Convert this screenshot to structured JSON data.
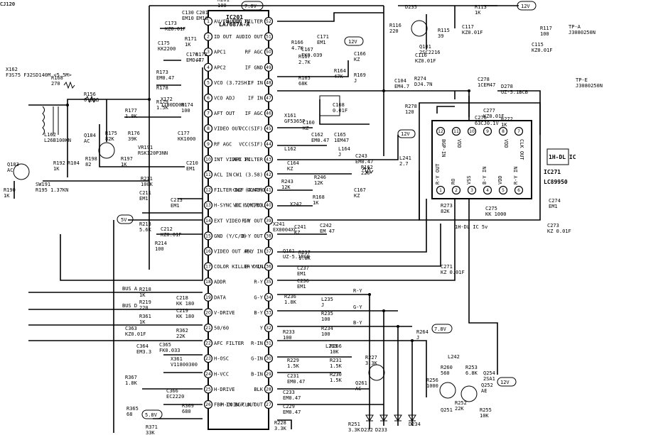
{
  "ic201": {
    "ref": "IC201",
    "part": "LA7687A-A",
    "left_pins": [
      {
        "num": "1",
        "label": "AV/FM SIF IN"
      },
      {
        "num": "2",
        "label": "ID OUT"
      },
      {
        "num": "3",
        "label": "APC1"
      },
      {
        "num": "4",
        "label": "APC2"
      },
      {
        "num": "5",
        "label": "VCO (3.72SH)"
      },
      {
        "num": "6",
        "label": "VCO ADJ"
      },
      {
        "num": "7",
        "label": "AFT OUT"
      },
      {
        "num": "8",
        "label": "VIDEO OUT"
      },
      {
        "num": "9",
        "label": "RF AGC"
      },
      {
        "num": "10",
        "label": "INT VIDEO IN"
      },
      {
        "num": "11",
        "label": "ACL IN"
      },
      {
        "num": "12",
        "label": "FILTER-DEF CONTROL"
      },
      {
        "num": "13",
        "label": "H-SYNC DC CONTROL"
      },
      {
        "num": "14",
        "label": "EXT VIDEO IN"
      },
      {
        "num": "15",
        "label": "GND (Y/C/D)"
      },
      {
        "num": "16",
        "label": "VIDEO OUT ABL"
      },
      {
        "num": "17",
        "label": "COLOR KILLER ON/L"
      },
      {
        "num": "18",
        "label": "ADDR"
      },
      {
        "num": "19",
        "label": "DATA"
      },
      {
        "num": "20",
        "label": "V-DRIVE"
      },
      {
        "num": "21",
        "label": "50/60"
      },
      {
        "num": "22",
        "label": "AFC FILTER"
      },
      {
        "num": "23",
        "label": "H-OSC"
      },
      {
        "num": "24",
        "label": "H-VCC"
      },
      {
        "num": "25",
        "label": "H-DRIVE"
      },
      {
        "num": "26",
        "label": "FBP IN BGP OUT"
      }
    ],
    "right_pins": [
      {
        "num": "52",
        "label": "AUDIO FILTER"
      },
      {
        "num": "51",
        "label": "AUDIO OUT"
      },
      {
        "num": "50",
        "label": "RF AGC"
      },
      {
        "num": "49",
        "label": "IF GND"
      },
      {
        "num": "48",
        "label": "IF IN"
      },
      {
        "num": "47",
        "label": "IF IN"
      },
      {
        "num": "46",
        "label": "IF AGC"
      },
      {
        "num": "45",
        "label": "VCC(SIF)"
      },
      {
        "num": "44",
        "label": "VCC(SIF)"
      },
      {
        "num": "43",
        "label": "APC FILTER"
      },
      {
        "num": "42",
        "label": "CW1 (3.58)"
      },
      {
        "num": "41",
        "label": "CW2 (4.43)"
      },
      {
        "num": "40",
        "label": "VCC(V/C/D)"
      },
      {
        "num": "39",
        "label": "R-Y OUT"
      },
      {
        "num": "38",
        "label": "B-Y OUT"
      },
      {
        "num": "37",
        "label": "R-Y IN"
      },
      {
        "num": "36",
        "label": "B-Y IN"
      },
      {
        "num": "35",
        "label": "R-Y"
      },
      {
        "num": "34",
        "label": "G-Y"
      },
      {
        "num": "33",
        "label": "B-Y"
      },
      {
        "num": "32",
        "label": "Y"
      },
      {
        "num": "31",
        "label": "R-IN"
      },
      {
        "num": "30",
        "label": "G-IN"
      },
      {
        "num": "29",
        "label": "B-IN"
      },
      {
        "num": "28",
        "label": "BLK"
      },
      {
        "num": "27",
        "label": "H-COIN CLK OUT"
      }
    ]
  },
  "ic271": {
    "ref": "IC271",
    "part": "LC89950",
    "title": "1H-DL IC",
    "top_pins": [
      {
        "num": "12",
        "label": "BGP-IN"
      },
      {
        "num": "11",
        "label": "VDD"
      },
      {
        "num": "10",
        "label": ""
      },
      {
        "num": "9",
        "label": ""
      },
      {
        "num": "8",
        "label": "VDD"
      },
      {
        "num": "7",
        "label": "CLK OUT"
      }
    ],
    "bottom_pins": [
      {
        "num": "1",
        "label": "R-Y OUT"
      },
      {
        "num": "2",
        "label": "RO"
      },
      {
        "num": "3",
        "label": "VSS"
      },
      {
        "num": "4",
        "label": "B-Y IN"
      },
      {
        "num": "5",
        "label": "VDD"
      },
      {
        "num": "6",
        "label": "R-Y IN"
      }
    ],
    "supply_note": "1H-DL IC 5v"
  },
  "voltage_tags": [
    "7.8V",
    "12V",
    "12V",
    "12V",
    "5V",
    "7.8V",
    "5.8V",
    "12V"
  ],
  "bus_labels": [
    "BUS A",
    "BUS D"
  ],
  "signal_labels": [
    "R-Y",
    "G-Y",
    "B-Y"
  ],
  "components": [
    {
      "ref": "X162",
      "value": "F3S75 F32SD140M <5.5M>"
    },
    {
      "ref": "R168",
      "value": "270"
    },
    {
      "ref": "R156",
      "value": "0.82Ω"
    },
    {
      "ref": "L162",
      "value": "L26B100KN"
    },
    {
      "ref": "Q184",
      "value": "AC"
    },
    {
      "ref": "R198",
      "value": "82"
    },
    {
      "ref": "R197",
      "value": "1K"
    },
    {
      "ref": "Q183",
      "value": "AC"
    },
    {
      "ref": "R192",
      "value": "1K"
    },
    {
      "ref": "R104",
      "value": ""
    },
    {
      "ref": "R190",
      "value": "1K"
    },
    {
      "ref": "SW191",
      "value": "R195 1.37KN"
    },
    {
      "ref": "C173",
      "value": "KZO.01F"
    },
    {
      "ref": "R171",
      "value": "1K"
    },
    {
      "ref": "C175",
      "value": "KK2200"
    },
    {
      "ref": "C176",
      "value": "EMO.47"
    },
    {
      "ref": "R172",
      "value": "47"
    },
    {
      "ref": "R173",
      "value": "EM0.47"
    },
    {
      "ref": "R176",
      "value": "39K"
    },
    {
      "ref": "R175",
      "value": "82K"
    },
    {
      "ref": "R177",
      "value": "1.8K"
    },
    {
      "ref": "R178",
      "value": ""
    },
    {
      "ref": "R179",
      "value": "1.5K"
    },
    {
      "ref": "X172",
      "value": "1180DD00"
    },
    {
      "ref": "R174",
      "value": "100"
    },
    {
      "ref": "C177",
      "value": "KK1000"
    },
    {
      "ref": "VR191",
      "value": "RSK120P3NN"
    },
    {
      "ref": "C210",
      "value": "EM1"
    },
    {
      "ref": "R211",
      "value": "100K"
    },
    {
      "ref": "C211",
      "value": "EM1"
    },
    {
      "ref": "C213",
      "value": "EM1"
    },
    {
      "ref": "R213",
      "value": "5.6K"
    },
    {
      "ref": "C212",
      "value": "KZ0.01F"
    },
    {
      "ref": "R214",
      "value": "100"
    },
    {
      "ref": "R218",
      "value": "1K"
    },
    {
      "ref": "R219",
      "value": "220"
    },
    {
      "ref": "C218",
      "value": "KK 180"
    },
    {
      "ref": "C219",
      "value": "KK 180"
    },
    {
      "ref": "R361",
      "value": "1K"
    },
    {
      "ref": "R362",
      "value": "22K"
    },
    {
      "ref": "C363",
      "value": "KZ0.01F"
    },
    {
      "ref": "C364",
      "value": "EM3.3"
    },
    {
      "ref": "C365",
      "value": "FK0.033"
    },
    {
      "ref": "X361",
      "value": "V11800300"
    },
    {
      "ref": "R367",
      "value": "1.8K"
    },
    {
      "ref": "C366",
      "value": "EC2220"
    },
    {
      "ref": "R365",
      "value": "68"
    },
    {
      "ref": "R369",
      "value": "680"
    },
    {
      "ref": "R371",
      "value": "33K"
    },
    {
      "ref": "R201",
      "value": "100"
    },
    {
      "ref": "C201",
      "value": "EM10"
    },
    {
      "ref": "C130",
      "value": "EM10"
    },
    {
      "ref": "C171",
      "value": "EM1"
    },
    {
      "ref": "R166",
      "value": "4.7K"
    },
    {
      "ref": "C167",
      "value": "FK0.039"
    },
    {
      "ref": "R167",
      "value": "2.7K"
    },
    {
      "ref": "C166",
      "value": "KZ"
    },
    {
      "ref": "R164",
      "value": "47K"
    },
    {
      "ref": "R169",
      "value": "J"
    },
    {
      "ref": "R165",
      "value": "68K"
    },
    {
      "ref": "C168",
      "value": "0.01F"
    },
    {
      "ref": "X161",
      "value": "GF5365P"
    },
    {
      "ref": "C160",
      "value": "KZ"
    },
    {
      "ref": "C162",
      "value": "EM0.47"
    },
    {
      "ref": "C165",
      "value": "1EM47"
    },
    {
      "ref": "L162",
      "value": ""
    },
    {
      "ref": "C164",
      "value": "KZ"
    },
    {
      "ref": "L164",
      "value": "J"
    },
    {
      "ref": "C243",
      "value": "EM0.47"
    },
    {
      "ref": "R246",
      "value": "12K"
    },
    {
      "ref": "R168",
      "value": "1K"
    },
    {
      "ref": "C167",
      "value": "KZ"
    },
    {
      "ref": "R243",
      "value": "12K"
    },
    {
      "ref": "X242",
      "value": ""
    },
    {
      "ref": "X241",
      "value": "EX0004XC"
    },
    {
      "ref": "C241",
      "value": "KZ"
    },
    {
      "ref": "C242",
      "value": "EM 47"
    },
    {
      "ref": "L241",
      "value": "2.7"
    },
    {
      "ref": "R162",
      "value": "220"
    },
    {
      "ref": "Q161",
      "value": "UZ-5.1BCB"
    },
    {
      "ref": "R237",
      "value": "1.8K"
    },
    {
      "ref": "C237",
      "value": "EM1"
    },
    {
      "ref": "C236",
      "value": "EM1"
    },
    {
      "ref": "R236",
      "value": "1.8K"
    },
    {
      "ref": "L235",
      "value": "J"
    },
    {
      "ref": "R235",
      "value": "100"
    },
    {
      "ref": "R234",
      "value": "100"
    },
    {
      "ref": "R233",
      "value": "100"
    },
    {
      "ref": "L233",
      "value": ""
    },
    {
      "ref": "R266",
      "value": "10K"
    },
    {
      "ref": "R231",
      "value": "1.5K"
    },
    {
      "ref": "R230",
      "value": "1.5K"
    },
    {
      "ref": "R229",
      "value": "1.5K"
    },
    {
      "ref": "C231",
      "value": "EM0.47"
    },
    {
      "ref": "C233",
      "value": "EM0.47"
    },
    {
      "ref": "C229",
      "value": "EM0.47"
    },
    {
      "ref": "R228",
      "value": "3.3K"
    },
    {
      "ref": "R227",
      "value": "3.3K"
    },
    {
      "ref": "Q261",
      "value": "AC"
    },
    {
      "ref": "R264",
      "value": "J"
    },
    {
      "ref": "L242",
      "value": ""
    },
    {
      "ref": "R260",
      "value": "560"
    },
    {
      "ref": "R253",
      "value": "6.8K"
    },
    {
      "ref": "Q254",
      "value": "2SA1"
    },
    {
      "ref": "R256",
      "value": "1000"
    },
    {
      "ref": "Q252",
      "value": "AE"
    },
    {
      "ref": "R252",
      "value": "22K"
    },
    {
      "ref": "Q251",
      "value": ""
    },
    {
      "ref": "R255",
      "value": "10K"
    },
    {
      "ref": "R251",
      "value": "3.3K"
    },
    {
      "ref": "D232",
      "value": ""
    },
    {
      "ref": "D233",
      "value": ""
    },
    {
      "ref": "D234",
      "value": ""
    },
    {
      "ref": "D235",
      "value": ""
    },
    {
      "ref": "R116",
      "value": "220"
    },
    {
      "ref": "C116",
      "value": "KZ0.01F"
    },
    {
      "ref": "Q101",
      "value": "2SC2216"
    },
    {
      "ref": "R115",
      "value": "39"
    },
    {
      "ref": "R113",
      "value": "1K"
    },
    {
      "ref": "C117",
      "value": "KZ0.01F"
    },
    {
      "ref": "R117",
      "value": "100"
    },
    {
      "ref": "C115",
      "value": "KZ0.01F"
    },
    {
      "ref": "TP-A",
      "value": "J3080250N"
    },
    {
      "ref": "TP-E",
      "value": "J3080250N"
    },
    {
      "ref": "C104",
      "value": "EM4.7"
    },
    {
      "ref": "R274",
      "value": "DJ4.7N"
    },
    {
      "ref": "R278",
      "value": "120"
    },
    {
      "ref": "C278",
      "value": "1CEM47"
    },
    {
      "ref": "D278",
      "value": "UZ-5.1BCB"
    },
    {
      "ref": "C277",
      "value": "KZ0.01F"
    },
    {
      "ref": "C276",
      "value": "63CJ0.1V"
    },
    {
      "ref": "R272",
      "value": "1K"
    },
    {
      "ref": "R273",
      "value": "82K"
    },
    {
      "ref": "C275",
      "value": "KK 1000"
    },
    {
      "ref": "C274",
      "value": "EM1"
    },
    {
      "ref": "C273",
      "value": "KZ 0.01F"
    },
    {
      "ref": "C271",
      "value": "KZ 0.01F"
    },
    {
      "ref": "C295",
      "value": "CJ120"
    },
    {
      "ref": "C236b",
      "value": "CJ120"
    }
  ]
}
